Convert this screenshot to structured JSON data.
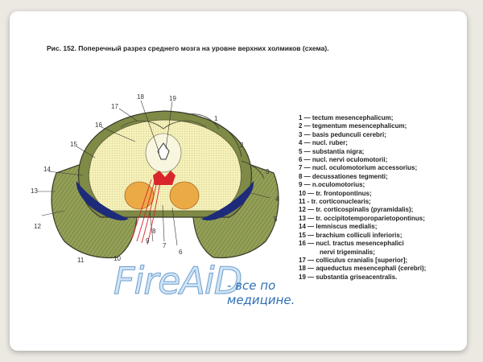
{
  "caption": "Рис. 152. Поперечный разрез среднего мозга на уровне верхних холмиков (схема).",
  "figure_numbers": [
    "1",
    "2",
    "3",
    "4",
    "5",
    "6",
    "7",
    "8",
    "9",
    "10",
    "11",
    "12",
    "13",
    "14",
    "15",
    "16",
    "17",
    "18",
    "19"
  ],
  "legend": [
    "1 — tectum mesencephalicum;",
    "2 — tegmentum mesencephalicum;",
    "3 — basis pedunculi cerebri;",
    "4 — nucl. ruber;",
    "5 — substantia nigra;",
    "6 — nucl. nervi oculomotorii;",
    "7 — nucl. oculomotorium accessorius;",
    "8 — decussationes tegmenti;",
    "9 — n.oculomotorius;",
    "10 — tr. frontopontinus;",
    "11 - tr. corticonuclearis;",
    "12 — tr. corticospinalis (pyramidalis);",
    "13 — tr. occipitotemporoparietopontinus;",
    "14 — lemniscus medialis;",
    "15 — brachium colliculi inferioris;",
    "16 — nucl. tractus mesencephalici",
    "nervi trigeminalis;",
    "17 — colliculus cranialis [superior];",
    "18 — aqueductus mesencephali (cerebri);",
    "19 — substantia griseacentralis."
  ],
  "watermark": {
    "brand": "FireAiD",
    "line1": "- все по",
    "line2": "медицине."
  },
  "colors": {
    "peduncle": "#8f9a52",
    "tegmentum": "#f4f0b8",
    "tectum": "#e6e2a0",
    "nigra": "#1d2b7a",
    "red_nucleus": "#ecaa47",
    "oculomotor": "#d8262c",
    "outline": "#3a3a2a"
  }
}
